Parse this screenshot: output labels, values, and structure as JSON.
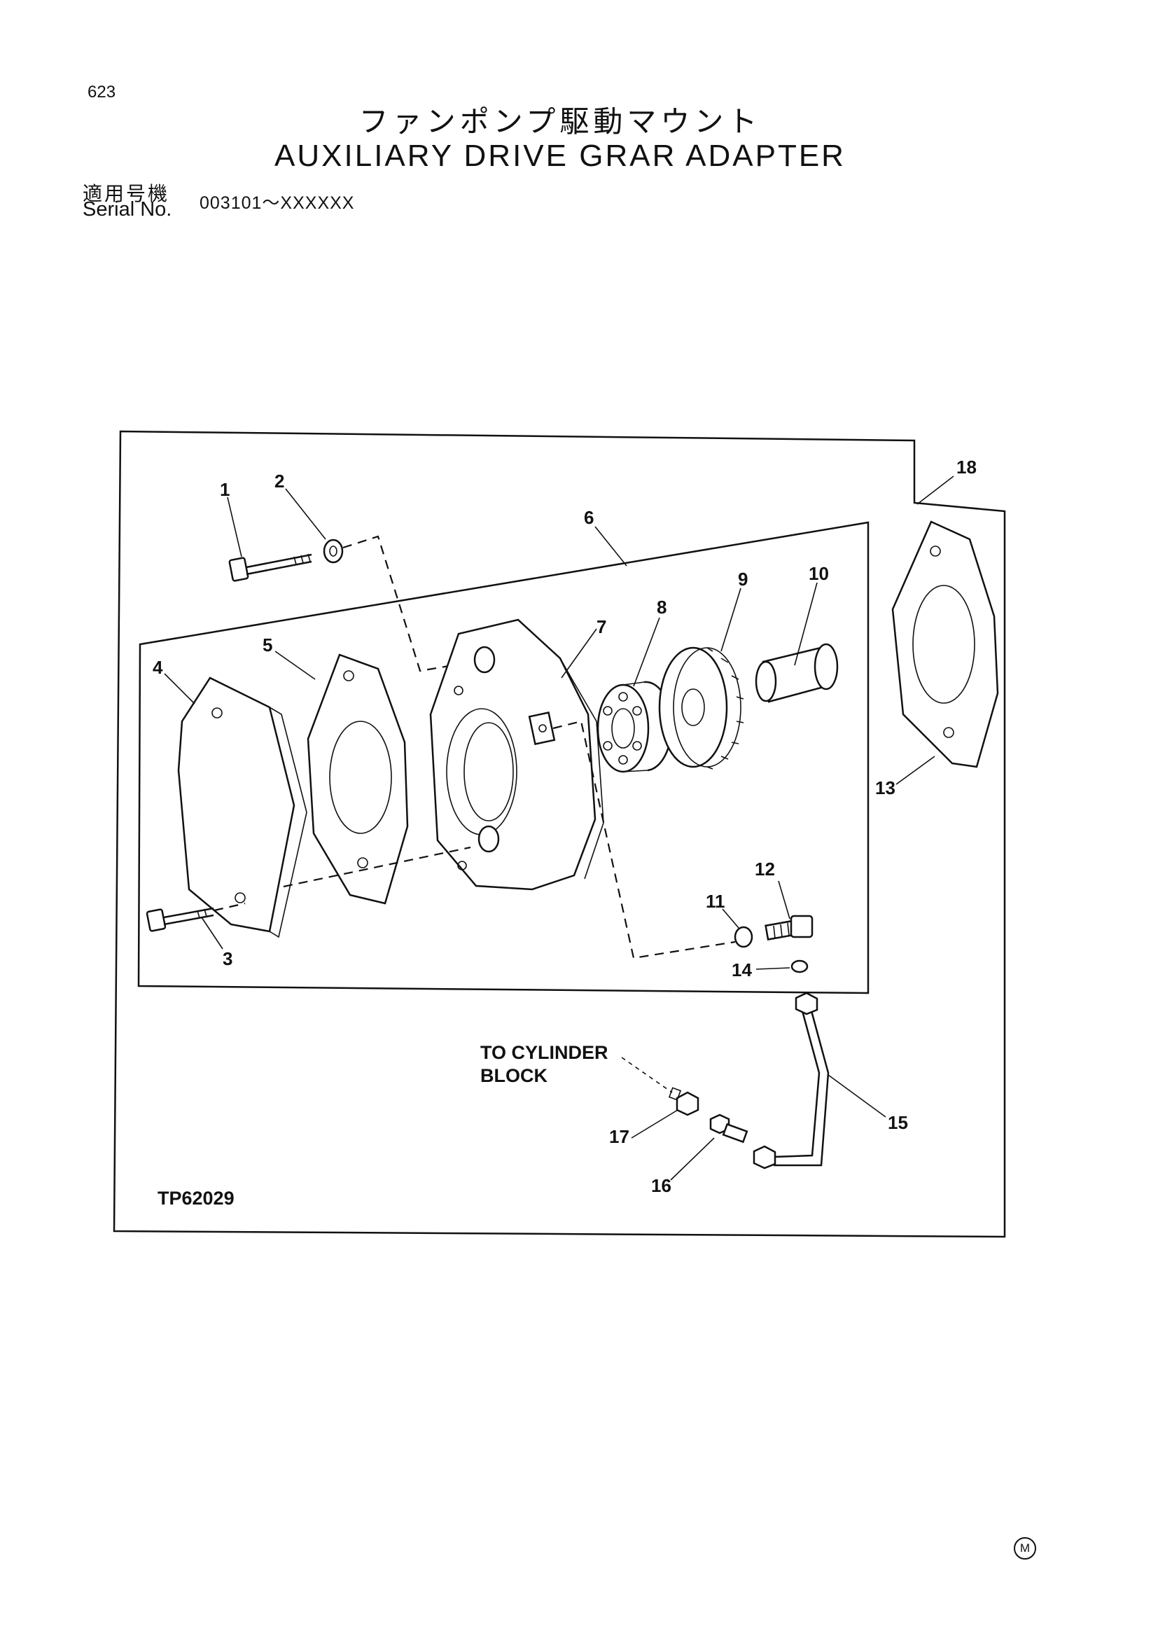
{
  "header": {
    "page_number": "623",
    "title_jp": "ファンポンプ駆動マウント",
    "title_en": "AUXILIARY DRIVE GRAR ADAPTER",
    "serial_label_jp": "適用号機",
    "serial_label_en": "Serial No.",
    "serial_range": "003101～XXXXXX"
  },
  "diagram": {
    "callouts": [
      "1",
      "2",
      "3",
      "4",
      "5",
      "6",
      "7",
      "8",
      "9",
      "10",
      "11",
      "12",
      "13",
      "14",
      "15",
      "16",
      "17",
      "18"
    ],
    "note_line1": "TO CYLINDER",
    "note_line2": "BLOCK",
    "reference": "TP62029"
  },
  "footer": {
    "mark": "M"
  }
}
